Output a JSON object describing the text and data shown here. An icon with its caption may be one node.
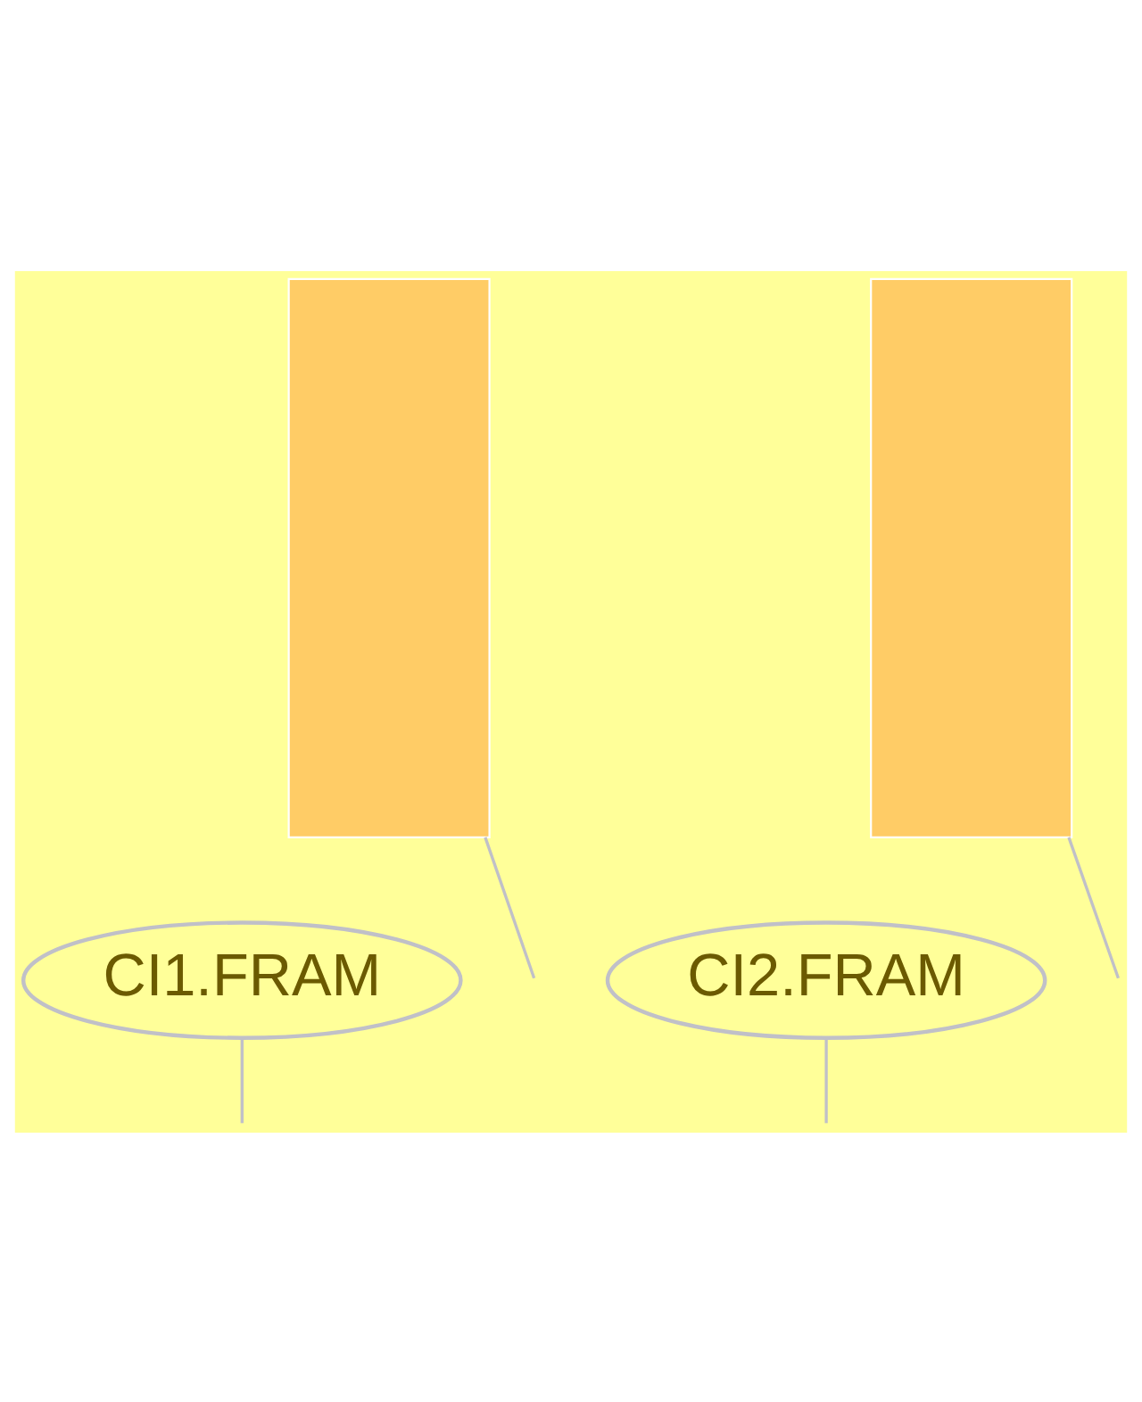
{
  "diagram": {
    "nodes": [
      {
        "text": [],
        "shape": "box"
      },
      {
        "text": [],
        "shape": "box"
      },
      {
        "text": [
          "CI1.FRAM"
        ]
      },
      {
        "text": [
          "CI2.FRAM"
        ]
      }
    ],
    "edges": [
      {
        "from": 0,
        "to": null,
        "arrow": "none"
      },
      {
        "from": 1,
        "to": null,
        "arrow": "none"
      },
      {
        "from": 2,
        "to": null,
        "arrow": "none"
      },
      {
        "from": 3,
        "to": null,
        "arrow": "none"
      }
    ]
  }
}
